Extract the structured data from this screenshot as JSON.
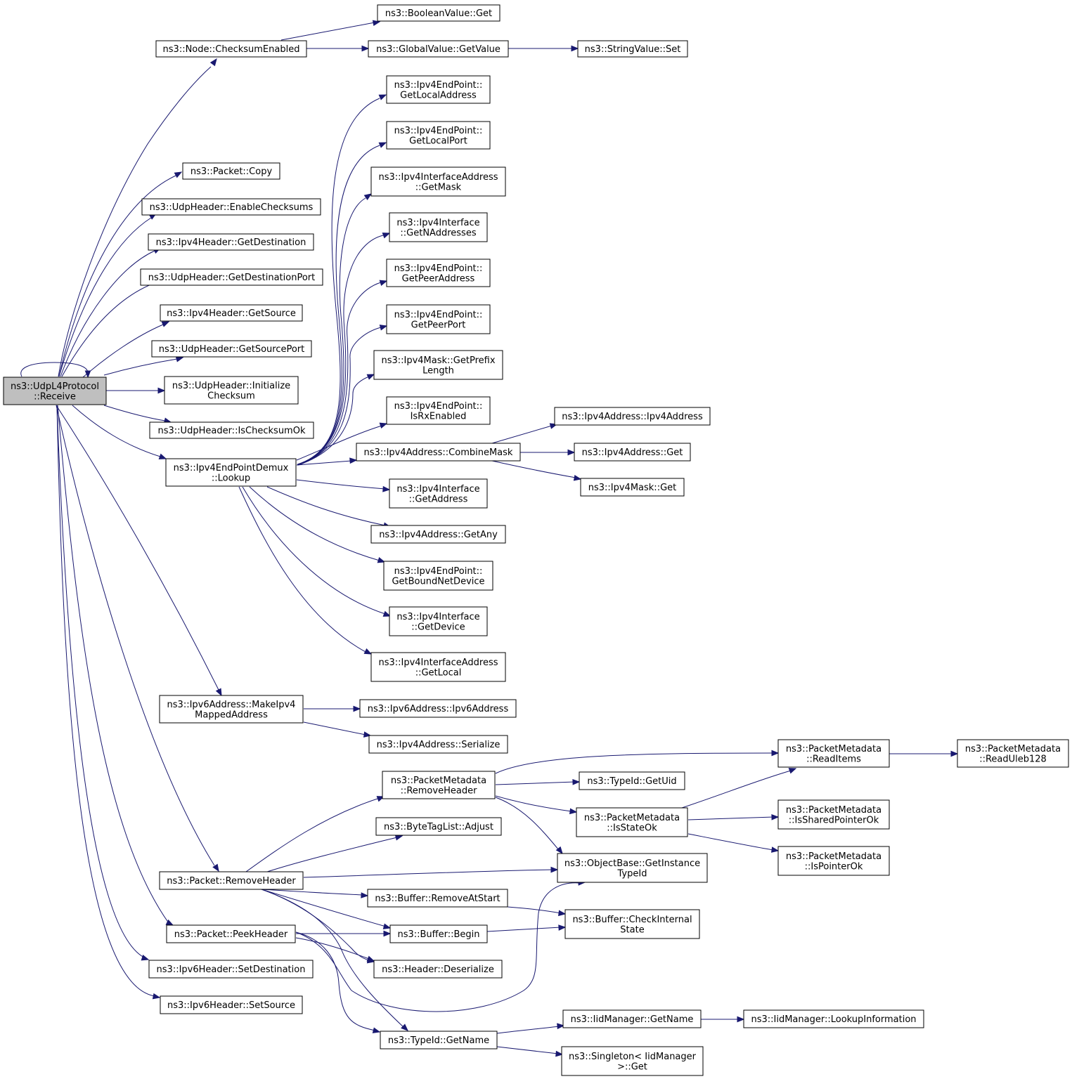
{
  "diagram": {
    "type": "call-graph",
    "edge_color": "#191970",
    "root_fill": "#bfbfbf",
    "nodes": [
      {
        "id": "root",
        "lines": [
          "ns3::UdpL4Protocol",
          "::Receive"
        ]
      },
      {
        "id": "checksumEnabled",
        "lines": [
          "ns3::Node::ChecksumEnabled"
        ]
      },
      {
        "id": "boolGet",
        "lines": [
          "ns3::BooleanValue::Get"
        ]
      },
      {
        "id": "globalGetValue",
        "lines": [
          "ns3::GlobalValue::GetValue"
        ]
      },
      {
        "id": "stringSet",
        "lines": [
          "ns3::StringValue::Set"
        ]
      },
      {
        "id": "packetCopy",
        "lines": [
          "ns3::Packet::Copy"
        ]
      },
      {
        "id": "enableChecksums",
        "lines": [
          "ns3::UdpHeader::EnableChecksums"
        ]
      },
      {
        "id": "ipv4GetDest",
        "lines": [
          "ns3::Ipv4Header::GetDestination"
        ]
      },
      {
        "id": "udpGetDestPort",
        "lines": [
          "ns3::UdpHeader::GetDestinationPort"
        ]
      },
      {
        "id": "ipv4GetSource",
        "lines": [
          "ns3::Ipv4Header::GetSource"
        ]
      },
      {
        "id": "udpGetSourcePort",
        "lines": [
          "ns3::UdpHeader::GetSourcePort"
        ]
      },
      {
        "id": "initChecksum",
        "lines": [
          "ns3::UdpHeader::Initialize",
          "Checksum"
        ]
      },
      {
        "id": "isChecksumOk",
        "lines": [
          "ns3::UdpHeader::IsChecksumOk"
        ]
      },
      {
        "id": "lookup",
        "lines": [
          "ns3::Ipv4EndPointDemux",
          "::Lookup"
        ]
      },
      {
        "id": "epGetLocalAddress",
        "lines": [
          "ns3::Ipv4EndPoint::",
          "GetLocalAddress"
        ]
      },
      {
        "id": "epGetLocalPort",
        "lines": [
          "ns3::Ipv4EndPoint::",
          "GetLocalPort"
        ]
      },
      {
        "id": "ifaGetMask",
        "lines": [
          "ns3::Ipv4InterfaceAddress",
          "::GetMask"
        ]
      },
      {
        "id": "ifGetNAddresses",
        "lines": [
          "ns3::Ipv4Interface",
          "::GetNAddresses"
        ]
      },
      {
        "id": "epGetPeerAddress",
        "lines": [
          "ns3::Ipv4EndPoint::",
          "GetPeerAddress"
        ]
      },
      {
        "id": "epGetPeerPort",
        "lines": [
          "ns3::Ipv4EndPoint::",
          "GetPeerPort"
        ]
      },
      {
        "id": "maskGetPrefix",
        "lines": [
          "ns3::Ipv4Mask::GetPrefix",
          "Length"
        ]
      },
      {
        "id": "epIsRxEnabled",
        "lines": [
          "ns3::Ipv4EndPoint::",
          "IsRxEnabled"
        ]
      },
      {
        "id": "combineMask",
        "lines": [
          "ns3::Ipv4Address::CombineMask"
        ]
      },
      {
        "id": "ipv4AddrCtor",
        "lines": [
          "ns3::Ipv4Address::Ipv4Address"
        ]
      },
      {
        "id": "ipv4AddrGet",
        "lines": [
          "ns3::Ipv4Address::Get"
        ]
      },
      {
        "id": "ipv4MaskGet",
        "lines": [
          "ns3::Ipv4Mask::Get"
        ]
      },
      {
        "id": "ifGetAddress",
        "lines": [
          "ns3::Ipv4Interface",
          "::GetAddress"
        ]
      },
      {
        "id": "ipv4AddrGetAny",
        "lines": [
          "ns3::Ipv4Address::GetAny"
        ]
      },
      {
        "id": "epGetBoundNetDevice",
        "lines": [
          "ns3::Ipv4EndPoint::",
          "GetBoundNetDevice"
        ]
      },
      {
        "id": "ifGetDevice",
        "lines": [
          "ns3::Ipv4Interface",
          "::GetDevice"
        ]
      },
      {
        "id": "ifaGetLocal",
        "lines": [
          "ns3::Ipv4InterfaceAddress",
          "::GetLocal"
        ]
      },
      {
        "id": "makeIpv4Mapped",
        "lines": [
          "ns3::Ipv6Address::MakeIpv4",
          "MappedAddress"
        ]
      },
      {
        "id": "ipv6AddrCtor",
        "lines": [
          "ns3::Ipv6Address::Ipv6Address"
        ]
      },
      {
        "id": "ipv4AddrSerialize",
        "lines": [
          "ns3::Ipv4Address::Serialize"
        ]
      },
      {
        "id": "pmRemoveHeader",
        "lines": [
          "ns3::PacketMetadata",
          "::RemoveHeader"
        ]
      },
      {
        "id": "pmReadItems",
        "lines": [
          "ns3::PacketMetadata",
          "::ReadItems"
        ]
      },
      {
        "id": "pmReadUleb",
        "lines": [
          "ns3::PacketMetadata",
          "::ReadUleb128"
        ]
      },
      {
        "id": "typeIdGetUid",
        "lines": [
          "ns3::TypeId::GetUid"
        ]
      },
      {
        "id": "pmIsStateOk",
        "lines": [
          "ns3::PacketMetadata",
          "::IsStateOk"
        ]
      },
      {
        "id": "pmIsSharedPtrOk",
        "lines": [
          "ns3::PacketMetadata",
          "::IsSharedPointerOk"
        ]
      },
      {
        "id": "pmIsPtrOk",
        "lines": [
          "ns3::PacketMetadata",
          "::IsPointerOk"
        ]
      },
      {
        "id": "byteTagAdjust",
        "lines": [
          "ns3::ByteTagList::Adjust"
        ]
      },
      {
        "id": "getInstanceTypeId",
        "lines": [
          "ns3::ObjectBase::GetInstance",
          "TypeId"
        ]
      },
      {
        "id": "packetRemoveHeader",
        "lines": [
          "ns3::Packet::RemoveHeader"
        ]
      },
      {
        "id": "bufRemoveAtStart",
        "lines": [
          "ns3::Buffer::RemoveAtStart"
        ]
      },
      {
        "id": "bufCheckInternal",
        "lines": [
          "ns3::Buffer::CheckInternal",
          "State"
        ]
      },
      {
        "id": "packetPeekHeader",
        "lines": [
          "ns3::Packet::PeekHeader"
        ]
      },
      {
        "id": "bufBegin",
        "lines": [
          "ns3::Buffer::Begin"
        ]
      },
      {
        "id": "ipv6SetDest",
        "lines": [
          "ns3::Ipv6Header::SetDestination"
        ]
      },
      {
        "id": "headerDeserialize",
        "lines": [
          "ns3::Header::Deserialize"
        ]
      },
      {
        "id": "ipv6SetSource",
        "lines": [
          "ns3::Ipv6Header::SetSource"
        ]
      },
      {
        "id": "iidGetName",
        "lines": [
          "ns3::IidManager::GetName"
        ]
      },
      {
        "id": "iidLookupInfo",
        "lines": [
          "ns3::IidManager::LookupInformation"
        ]
      },
      {
        "id": "typeIdGetName",
        "lines": [
          "ns3::TypeId::GetName"
        ]
      },
      {
        "id": "singletonGet",
        "lines": [
          "ns3::Singleton< IidManager",
          ">::Get"
        ]
      }
    ]
  }
}
